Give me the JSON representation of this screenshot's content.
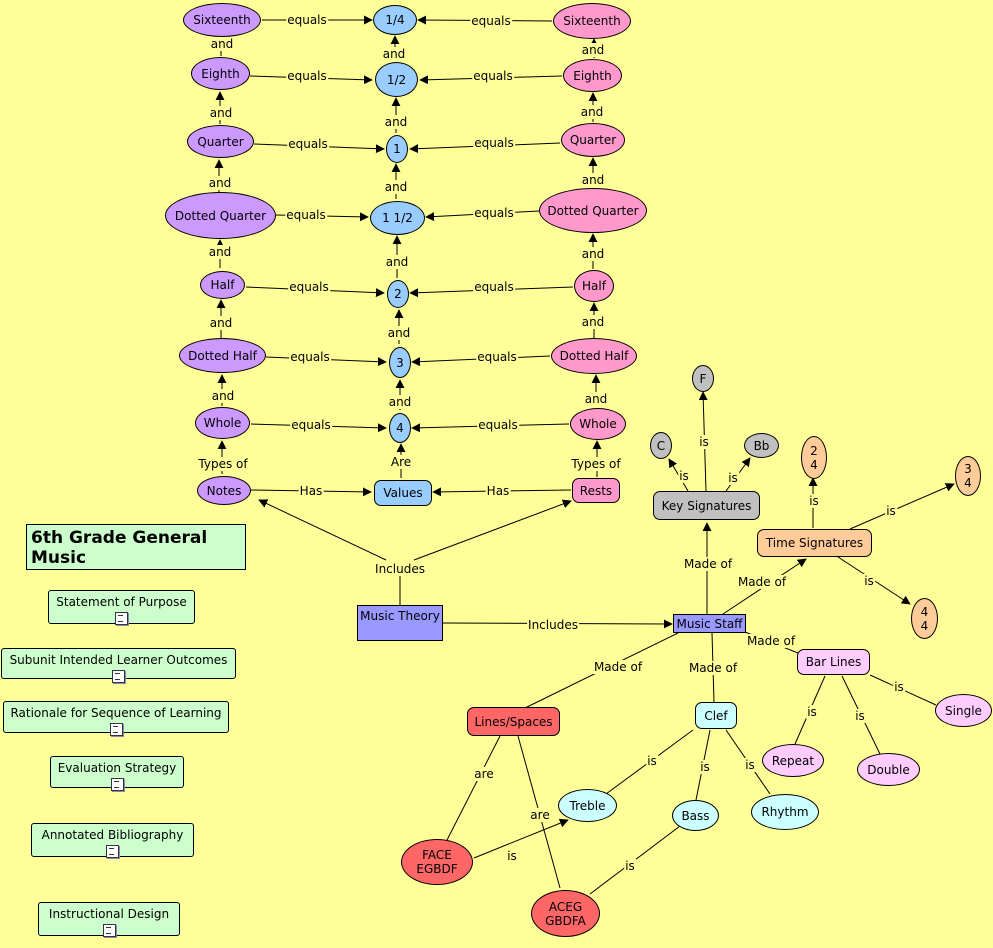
{
  "title": "6th Grade General Music",
  "side_items": [
    "Statement of Purpose",
    "Subunit Intended Learner Outcomes",
    "Rationale for Sequence of Learning",
    "Evaluation Strategy",
    "Annotated Bibliography",
    "Instructional Design"
  ],
  "colors": {
    "background": "#FFFF99",
    "notes": "#CC99FF",
    "values": "#99CCFF",
    "rests": "#FF99CC",
    "theory": "#9999FF",
    "key": "#C0C0C0",
    "time": "#FFCC99",
    "lines": "#FF6666",
    "clef": "#CCFFFF",
    "barlines": "#FFCCFF",
    "side": "#CCFFCC"
  },
  "nodes": {
    "n16": "Sixteenth",
    "n8": "Eighth",
    "n4": "Quarter",
    "ndq": "Dotted Quarter",
    "nh": "Half",
    "ndh": "Dotted Half",
    "nw": "Whole",
    "notes": "Notes",
    "v14": "1/4",
    "v12": "1/2",
    "v1": "1",
    "v112": "1 1/2",
    "v2": "2",
    "v3": "3",
    "v4": "4",
    "values": "Values",
    "r16": "Sixteenth",
    "r8": "Eighth",
    "r4": "Quarter",
    "rdq": "Dotted Quarter",
    "rh": "Half",
    "rdh": "Dotted Half",
    "rw": "Whole",
    "rests": "Rests",
    "theory": "Music Theory",
    "staff": "Music Staff",
    "key": "Key Signatures",
    "kc": "C",
    "kf": "F",
    "kbb": "Bb",
    "time": "Time Signatures",
    "t24": "2\n4",
    "t34": "3\n4",
    "t44": "4\n4",
    "bar": "Bar Lines",
    "single": "Single",
    "repeat": "Repeat",
    "double": "Double",
    "ls": "Lines/Spaces",
    "face": "FACE\nEGBDF",
    "aceg": "ACEG\nGBDFA",
    "clef": "Clef",
    "treble": "Treble",
    "bass": "Bass",
    "rhythm": "Rhythm"
  },
  "links": {
    "equals": "equals",
    "and": "and",
    "are": "Are",
    "has": "Has",
    "types_of": "Types of",
    "includes": "Includes",
    "made_of": "Made of",
    "is": "is",
    "are_lc": "are"
  }
}
